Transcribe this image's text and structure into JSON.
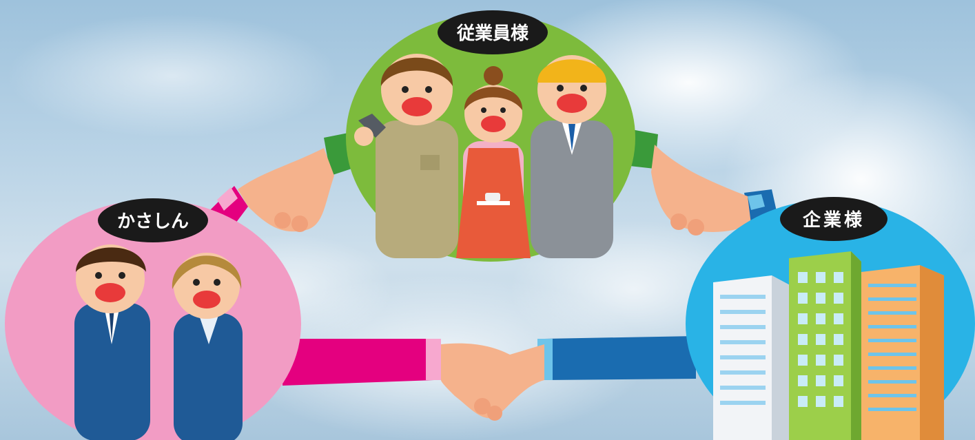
{
  "groups": {
    "kashin": {
      "label": "かさしん"
    },
    "employees": {
      "label": "従業員様"
    },
    "companies": {
      "label": "企業様"
    }
  },
  "colors": {
    "kashin_circle": "#f29cc4",
    "employees_circle": "#7dbb3c",
    "companies_circle": "#29b3e6",
    "badge": "#1a1a1a",
    "sleeve_pink": "#e4007f",
    "sleeve_green": "#3a9a3a",
    "sleeve_blue": "#1a6cb0",
    "skin": "#f5b28c"
  }
}
